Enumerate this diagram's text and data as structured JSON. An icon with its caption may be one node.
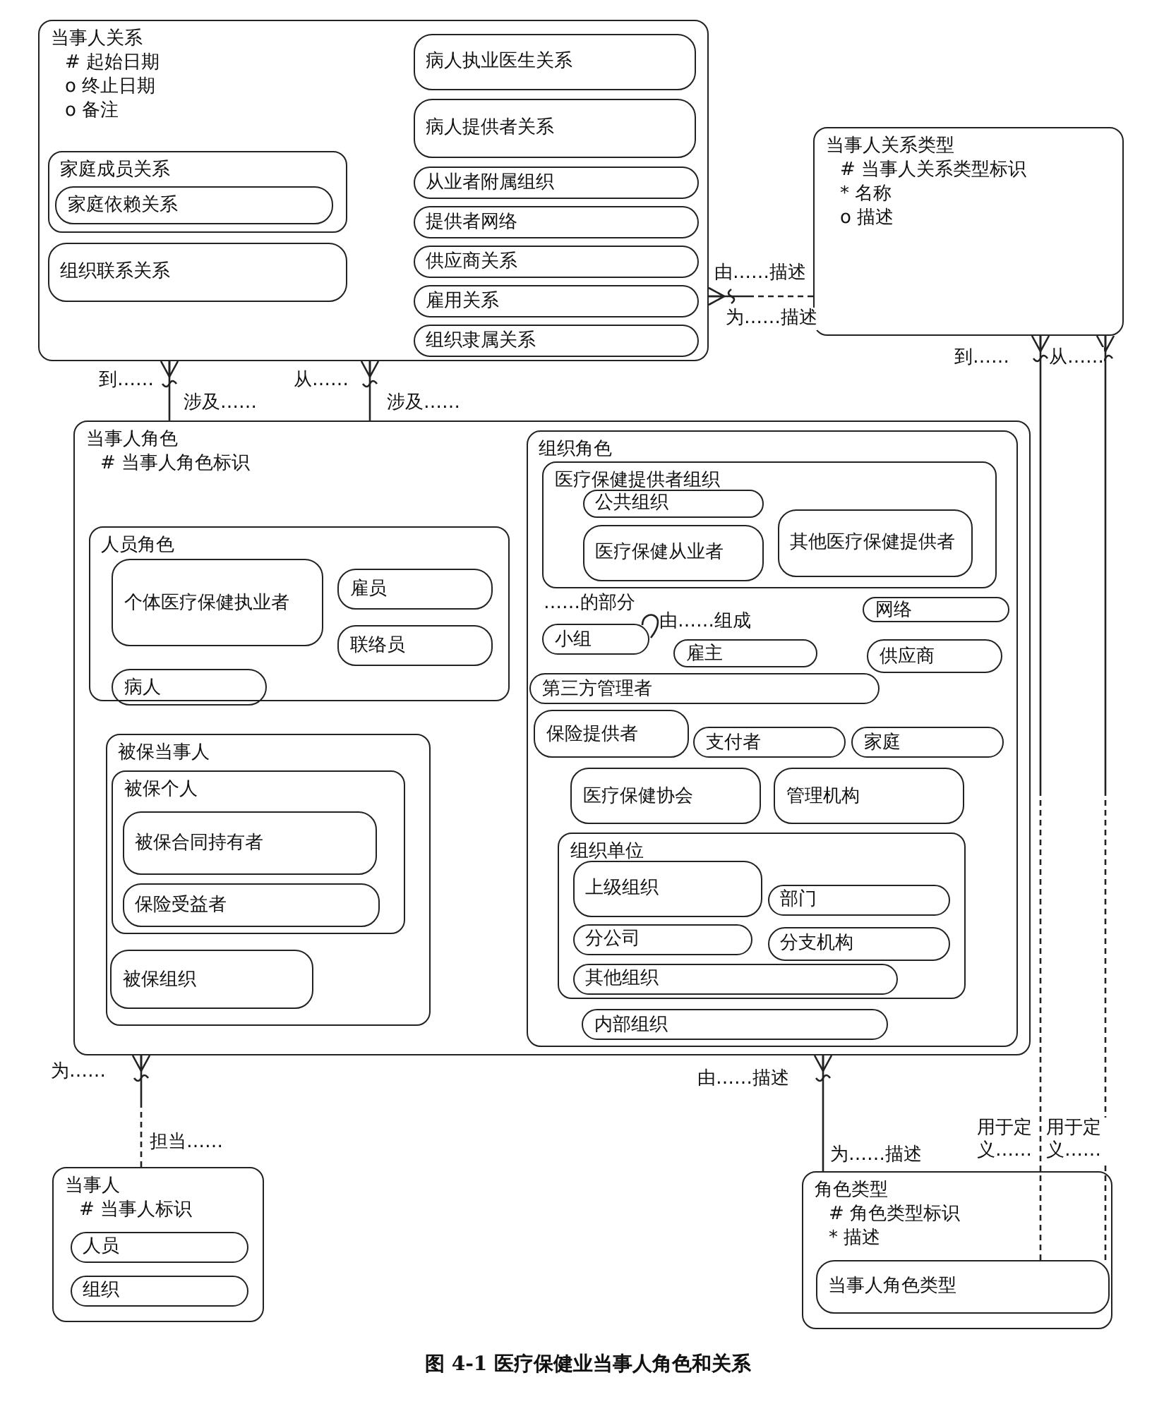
{
  "diagram": {
    "caption": "图 4-1 医疗保健业当事人角色和关系",
    "nodes": [
      {
        "text": [
          "当事人关系",
          "# 起始日期",
          "o 终止日期",
          "o 备注"
        ]
      },
      {
        "text": [
          "家庭成员关系"
        ],
        "in": 0
      },
      {
        "text": [
          "家庭依赖关系"
        ],
        "in": 1
      },
      {
        "text": [
          "组织联系关系"
        ],
        "in": 0
      },
      {
        "text": [
          "病人执业医生关系"
        ],
        "in": 0
      },
      {
        "text": [
          "病人提供者关系"
        ],
        "in": 0
      },
      {
        "text": [
          "从业者附属组织"
        ],
        "in": 0
      },
      {
        "text": [
          "提供者网络"
        ],
        "in": 0
      },
      {
        "text": [
          "供应商关系"
        ],
        "in": 0
      },
      {
        "text": [
          "雇用关系"
        ],
        "in": 0
      },
      {
        "text": [
          "组织隶属关系"
        ],
        "in": 0
      },
      {
        "text": [
          "当事人关系类型",
          "# 当事人关系类型标识",
          "* 名称",
          "o 描述"
        ]
      },
      {
        "text": [
          "当事人角色",
          "# 当事人角色标识"
        ]
      },
      {
        "text": [
          "人员角色"
        ],
        "in": 12
      },
      {
        "text": [
          "个体医疗保健执业者"
        ],
        "in": 13
      },
      {
        "text": [
          "雇员"
        ],
        "in": 13
      },
      {
        "text": [
          "联络员"
        ],
        "in": 13
      },
      {
        "text": [
          "病人"
        ],
        "in": 13
      },
      {
        "text": [
          "被保当事人"
        ],
        "in": 12
      },
      {
        "text": [
          "被保个人"
        ],
        "in": 18
      },
      {
        "text": [
          "被保合同持有者"
        ],
        "in": 19
      },
      {
        "text": [
          "保险受益者"
        ],
        "in": 19
      },
      {
        "text": [
          "被保组织"
        ],
        "in": 18
      },
      {
        "text": [
          "组织角色"
        ],
        "in": 12
      },
      {
        "text": [
          "医疗保健提供者组织"
        ],
        "in": 23
      },
      {
        "text": [
          "公共组织"
        ],
        "in": 24
      },
      {
        "text": [
          "医疗保健从业者"
        ],
        "in": 24
      },
      {
        "text": [
          "其他医疗保健提供者"
        ],
        "in": 24
      },
      {
        "text": [
          "网络"
        ],
        "in": 23
      },
      {
        "text": [
          "小组"
        ],
        "in": 23
      },
      {
        "text": [
          "雇主"
        ],
        "in": 23
      },
      {
        "text": [
          "供应商"
        ],
        "in": 23
      },
      {
        "text": [
          "第三方管理者"
        ],
        "in": 23
      },
      {
        "text": [
          "保险提供者"
        ],
        "in": 23
      },
      {
        "text": [
          "支付者"
        ],
        "in": 23
      },
      {
        "text": [
          "家庭"
        ],
        "in": 23
      },
      {
        "text": [
          "医疗保健协会"
        ],
        "in": 23
      },
      {
        "text": [
          "管理机构"
        ],
        "in": 23
      },
      {
        "text": [
          "组织单位"
        ],
        "in": 23
      },
      {
        "text": [
          "上级组织"
        ],
        "in": 38
      },
      {
        "text": [
          "部门"
        ],
        "in": 38
      },
      {
        "text": [
          "分公司"
        ],
        "in": 38
      },
      {
        "text": [
          "分支机构"
        ],
        "in": 38
      },
      {
        "text": [
          "其他组织"
        ],
        "in": 38
      },
      {
        "text": [
          "内部组织"
        ],
        "in": 23
      },
      {
        "text": [
          "当事人",
          "# 当事人标识"
        ]
      },
      {
        "text": [
          "人员"
        ],
        "in": 45
      },
      {
        "text": [
          "组织"
        ],
        "in": 45
      },
      {
        "text": [
          "角色类型",
          "# 角色类型标识",
          "* 描述"
        ]
      },
      {
        "text": [
          "当事人角色类型"
        ],
        "in": 48
      }
    ],
    "edges": [
      {
        "from": 12,
        "to": 0,
        "arrow": "other"
      },
      {
        "from": 12,
        "to": 0,
        "arrow": "other"
      },
      {
        "from": 11,
        "to": 0,
        "arrow": "other",
        "style": "dashed"
      },
      {
        "from": 49,
        "to": 11,
        "arrow": "other",
        "style": "dashed"
      },
      {
        "from": 49,
        "to": 11,
        "arrow": "other",
        "style": "dashed"
      },
      {
        "from": 45,
        "to": 12,
        "arrow": "other",
        "style": "dashed"
      },
      {
        "from": 48,
        "to": 12,
        "arrow": "other"
      },
      {
        "from": 29,
        "to": 29,
        "arrow": "none"
      }
    ],
    "labels": [
      "到……",
      "涉及……",
      "从……",
      "涉及……",
      "由……描述",
      "为……描述",
      "到……",
      "从……",
      "用于定义……",
      "用于定义……",
      "为……",
      "担当……",
      "由……描述",
      "为……描述",
      "……的部分",
      "由……组成"
    ]
  }
}
